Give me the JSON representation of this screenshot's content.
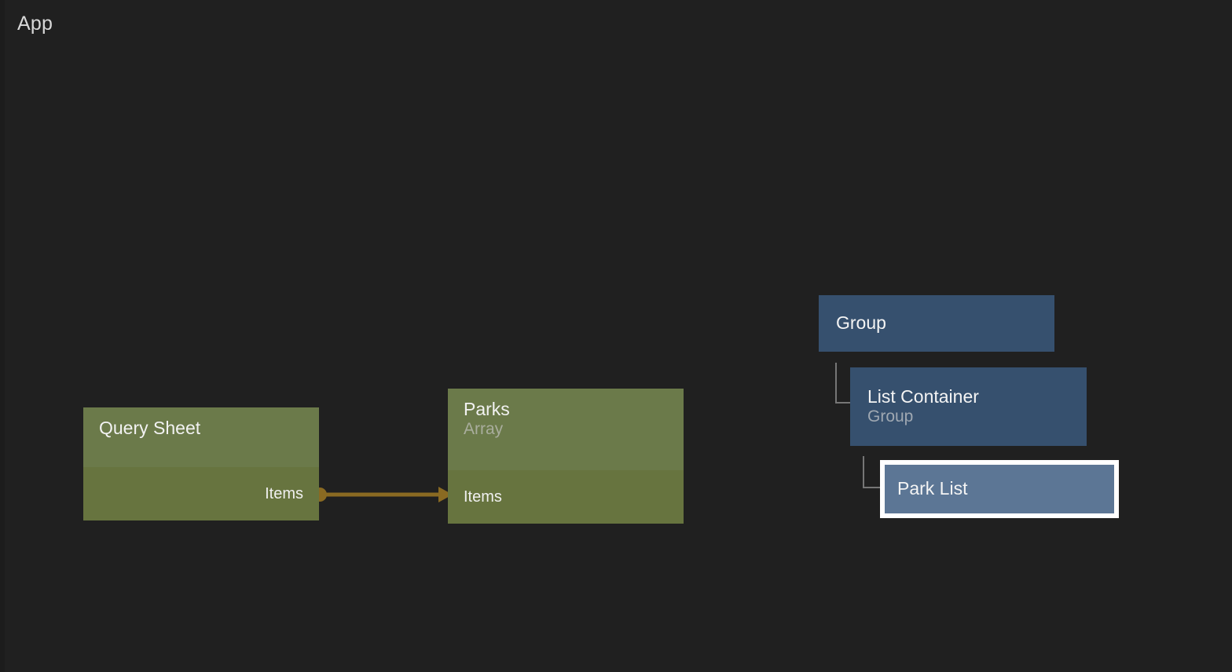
{
  "window": {
    "title": "App",
    "background_color": "#202020",
    "title_color": "#d8d8d8"
  },
  "graph": {
    "data_nodes": [
      {
        "id": "query-sheet",
        "title": "Query Sheet",
        "subtitle": "",
        "ports": [
          {
            "label": "Items",
            "direction": "out"
          }
        ],
        "color": "#6b7a4a",
        "body_color": "#67743f"
      },
      {
        "id": "parks",
        "title": "Parks",
        "subtitle": "Array",
        "ports": [
          {
            "label": "Items",
            "direction": "in"
          }
        ],
        "color": "#6b7a4a",
        "body_color": "#67743f"
      }
    ],
    "edges": [
      {
        "id": "edge-items",
        "from_node": "query-sheet",
        "from_port": "Items",
        "to_node": "parks",
        "to_port": "Items",
        "color": "#8a6a22"
      }
    ],
    "tree_nodes": [
      {
        "id": "group",
        "title": "Group",
        "subtitle": "",
        "depth": 0,
        "selected": false,
        "color": "#36506e"
      },
      {
        "id": "list-container",
        "title": "List Container",
        "subtitle": "Group",
        "depth": 1,
        "selected": false,
        "color": "#36506e"
      },
      {
        "id": "park-list",
        "title": "Park List",
        "subtitle": "",
        "depth": 2,
        "selected": true,
        "color": "#5c7695",
        "selection_border_color": "#ffffff"
      }
    ]
  }
}
